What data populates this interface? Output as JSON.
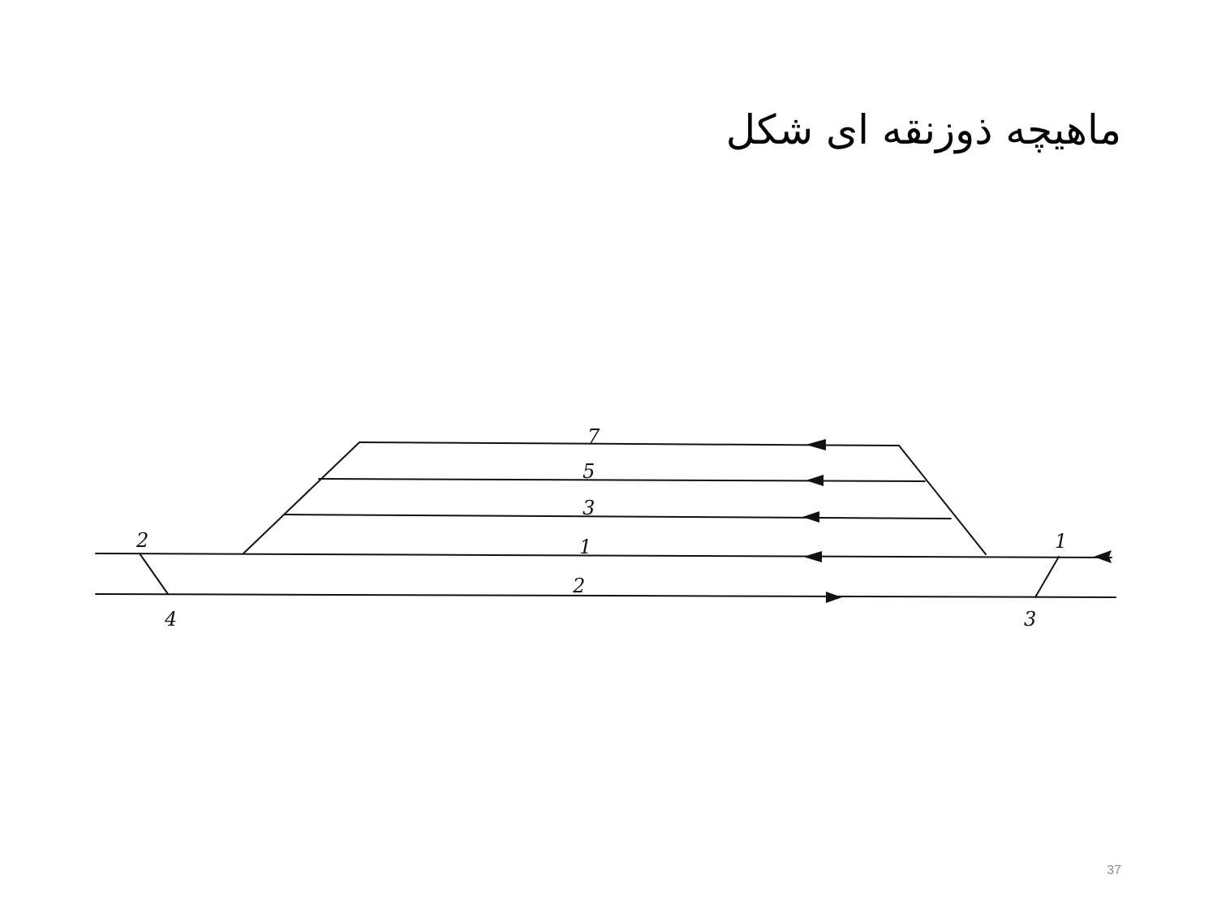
{
  "slide": {
    "title": "ماهیچه ذوزنقه ای شکل",
    "page_number": "37"
  },
  "diagram": {
    "loop_labels": [
      "7",
      "5",
      "3",
      "1",
      "2"
    ],
    "corner_labels": {
      "top_left": "2",
      "bottom_left": "4",
      "top_right": "1",
      "bottom_right": "3"
    },
    "stroke_color": "#111111"
  }
}
